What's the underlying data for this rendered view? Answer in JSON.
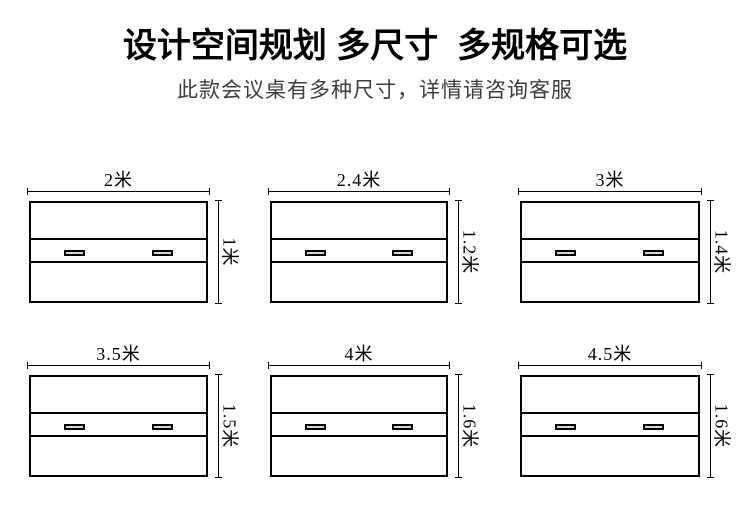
{
  "header": {
    "title": "设计空间规划 多尺寸  多规格可选",
    "subtitle": "此款会议桌有多种尺寸，详情请咨询客服"
  },
  "diagrams": [
    {
      "width_label": "2米",
      "depth_label": "1米"
    },
    {
      "width_label": "2.4米",
      "depth_label": "1.2米"
    },
    {
      "width_label": "3米",
      "depth_label": "1.4米"
    },
    {
      "width_label": "3.5米",
      "depth_label": "1.5米"
    },
    {
      "width_label": "4米",
      "depth_label": "1.6米"
    },
    {
      "width_label": "4.5米",
      "depth_label": "1.6米"
    }
  ],
  "colors": {
    "background": "#ffffff",
    "title": "#000000",
    "subtitle": "#3d3d3d",
    "line": "#000000",
    "grommet-fill": "#d8d8d8"
  }
}
